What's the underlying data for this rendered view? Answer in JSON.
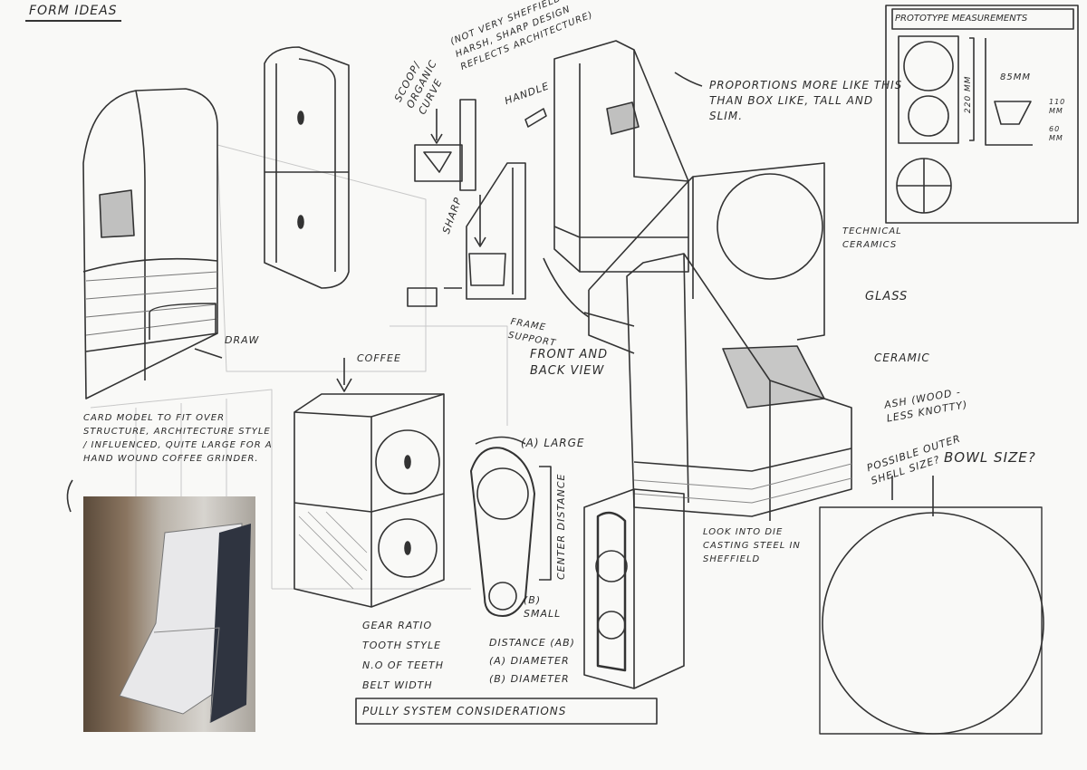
{
  "title": "Form Ideas",
  "annotations": {
    "not_sheffield": "(Not very Sheffield the harsh, sharp design reflects architecture)",
    "scoop": "Scoop/ organic curve",
    "handle": "Handle",
    "sharp": "Sharp",
    "frame_support": "Frame support",
    "front_back": "Front and back view",
    "proportions": "Proportions more like this than box like, tall and slim.",
    "technical_ceramics": "Technical ceramics",
    "glass": "Glass",
    "ceramic": "Ceramic",
    "ash": "Ash (wood - less knotty)",
    "draw": "Draw",
    "coffee": "Coffee",
    "card_model": "Card model to fit over structure, architecture style / influenced, quite large for a hand wound coffee grinder.",
    "large": "(A) Large",
    "center_distance": "Center distance",
    "small": "(B) Small",
    "die_casting": "Look into die casting steel in Sheffield",
    "outer_shell": "Possible outer shell size?",
    "bowl_size": "Bowl size?",
    "pully_title": "Pully system considerations"
  },
  "considerations_left": [
    "Gear ratio",
    "Tooth style",
    "N.O of teeth",
    "Belt width"
  ],
  "considerations_right": [
    "Distance (AB)",
    "(A) Diameter",
    "(B) Diameter"
  ],
  "prototype": {
    "title": "Prototype measurements",
    "height": "220 mm",
    "width": "85mm",
    "upper": "110 mm",
    "lower": "60 mm"
  },
  "colors": {
    "paper": "#f9f9f7",
    "pencil": "#2a2a2a"
  }
}
